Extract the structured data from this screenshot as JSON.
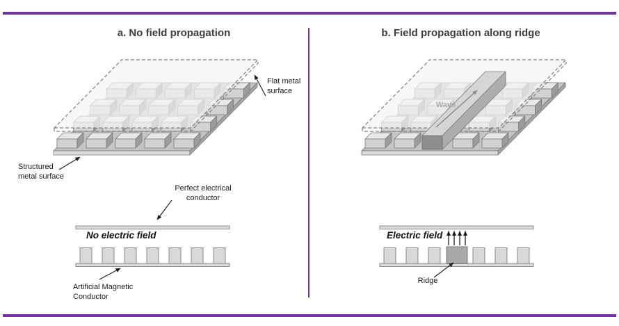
{
  "figure": {
    "panel_a": {
      "title": "a. No field propagation",
      "label_flat_metal": "Flat metal\nsurface",
      "label_structured_metal": "Structured\nmetal surface",
      "label_pec": "Perfect electrical\nconductor",
      "label_field": "No electric field",
      "label_amc": "Artificial Magnetic\nConductor"
    },
    "panel_b": {
      "title": "b. Field propagation along ridge",
      "label_wave": "Wave",
      "label_field": "Electric field",
      "label_ridge": "Ridge"
    }
  },
  "colors": {
    "accent": "#7631a8",
    "edge": "#777777",
    "dash": "#7f7f7f",
    "cube_top": "#e8e8e8",
    "cube_front": "#d3d3d3",
    "cube_side": "#9c9c9c",
    "base_top": "#c4c4c4",
    "base_front": "#dcdcdc",
    "base_side": "#a6a6a6",
    "plate_fill": "#f3f3f3",
    "ridge_front": "#8e8e8e",
    "ridge_side": "#adadad",
    "ridge_top": "#d6d6d6",
    "pin_fill": "#d9d9d9",
    "bar_fill": "#dcdcdc",
    "ridge_block": "#a9a9a9",
    "arrow_black": "#1a1a1a",
    "wave_arrow": "#8c8c8c",
    "wave_text": "#aaaaaa"
  }
}
